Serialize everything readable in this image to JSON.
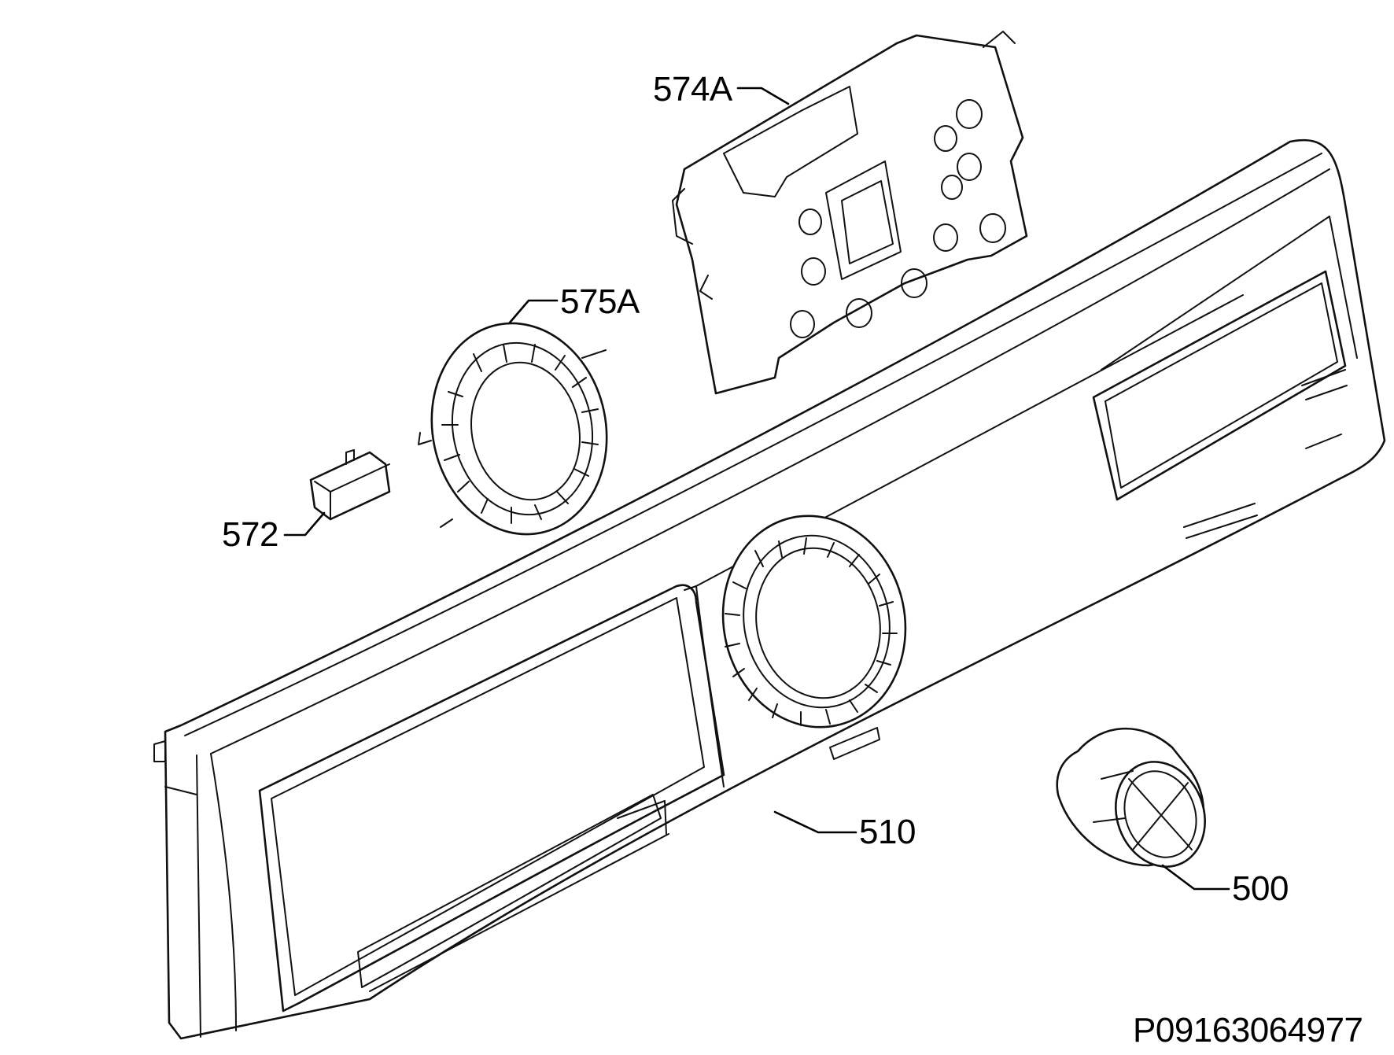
{
  "callouts": {
    "pcb_frame": "574A",
    "knob_ring": "575A",
    "button": "572",
    "control_panel": "510",
    "knob": "500"
  },
  "document_id": "P09163064977",
  "colors": {
    "ink": "#111111",
    "paper": "#ffffff"
  }
}
